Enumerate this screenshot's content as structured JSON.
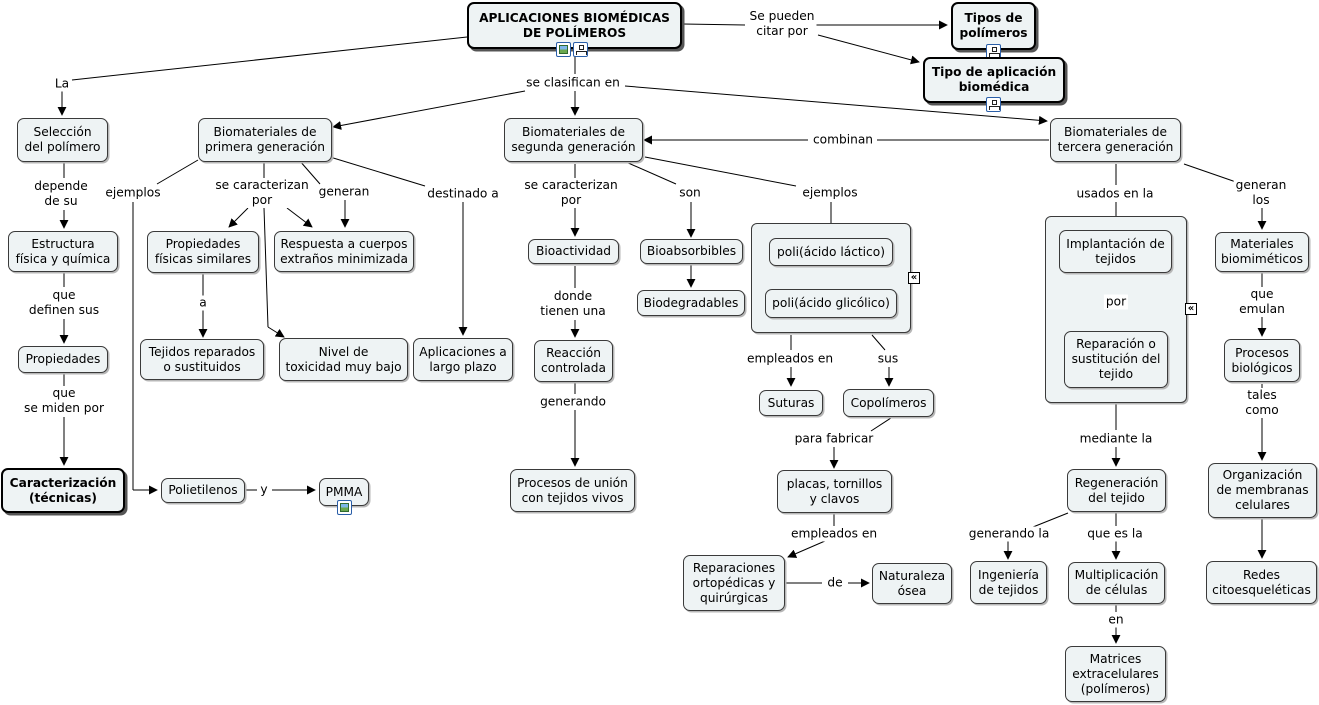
{
  "nodes": {
    "main": "APLICACIONES BIOMÉDICAS\nDE POLÍMEROS",
    "tipos_pol": "Tipos de\npolímeros",
    "tipo_apl": "Tipo de aplicación\nbiomédica",
    "seleccion": "Selección\ndel polímero",
    "estructura": "Estructura\nfísica y química",
    "propiedades": "Propiedades",
    "caracterizacion": "Caracterización\n(técnicas)",
    "bio1": "Biomateriales de\nprimera generación",
    "bio2": "Biomateriales de\nsegunda generación",
    "bio3": "Biomateriales de\ntercera generación",
    "prop_fis": "Propiedades\nfísicas similares",
    "respuesta": "Respuesta a cuerpos\nextraños minimizada",
    "tejidos_rep": "Tejidos reparados\no sustituidos",
    "toxicidad": "Nivel de\ntoxicidad muy bajo",
    "largo_plazo": "Aplicaciones a\nlargo plazo",
    "polietilenos": "Polietilenos",
    "pmma": "PMMA",
    "bioactividad": "Bioactividad",
    "reaccion": "Reacción\ncontrolada",
    "procesos_union": "Procesos de unión\ncon tejidos vivos",
    "bioabsorbibles": "Bioabsorbibles",
    "biodegradables": "Biodegradables",
    "pla": "poli(ácido láctico)",
    "pga": "poli(ácido glicólico)",
    "suturas": "Suturas",
    "copolimeros": "Copolímeros",
    "placas": "placas, tornillos\ny clavos",
    "reparaciones": "Reparaciones\nortopédicas y\nquirúrgicas",
    "naturaleza": "Naturaleza\nósea",
    "implantacion": "Implantación de\ntejidos",
    "reparacion_tej": "Reparación o\nsustitución del\ntejido",
    "regeneracion": "Regeneración\ndel tejido",
    "ingenieria": "Ingeniería\nde tejidos",
    "multiplicacion": "Multiplicación\nde células",
    "matrices": "Matrices\nextracelulares\n(polímeros)",
    "materiales_bio": "Materiales\nbiomiméticos",
    "procesos_bio": "Procesos\nbiológicos",
    "organizacion": "Organización\nde membranas\ncelulares",
    "redes": "Redes\ncitoesqueléticas"
  },
  "labels": {
    "se_pueden": "Se pueden\ncitar por",
    "la": "La",
    "se_clasifican": "se clasifican en",
    "depende": "depende\nde su",
    "que_definen": "que\ndefinen sus",
    "que_miden": "que\nse miden por",
    "ejemplos1": "ejemplos",
    "caracterizan1": "se caracterizan\npor",
    "generan1": "generan",
    "destinado": "destinado a",
    "a": "a",
    "y": "y",
    "caracterizan2": "se caracterizan\npor",
    "son": "son",
    "ejemplos2": "ejemplos",
    "donde": "donde\ntienen una",
    "generando": "generando",
    "empleados1": "empleados en",
    "sus": "sus",
    "para_fabricar": "para fabricar",
    "empleados2": "empleados en",
    "de": "de",
    "combinan": "combinan",
    "usados": "usados en la",
    "generan_los": "generan\nlos",
    "por": "por",
    "mediante": "mediante la",
    "generando_la": "generando la",
    "que_es": "que es la",
    "en": "en",
    "que_emulan": "que emulan",
    "tales_como": "tales como"
  },
  "icons": {
    "main_image": "image-icon",
    "main_tree": "sub-map-icon",
    "tipos_tree": "sub-map-icon",
    "apl_tree": "sub-map-icon",
    "pmma_image": "image-icon",
    "collapse_glyph": "«"
  }
}
